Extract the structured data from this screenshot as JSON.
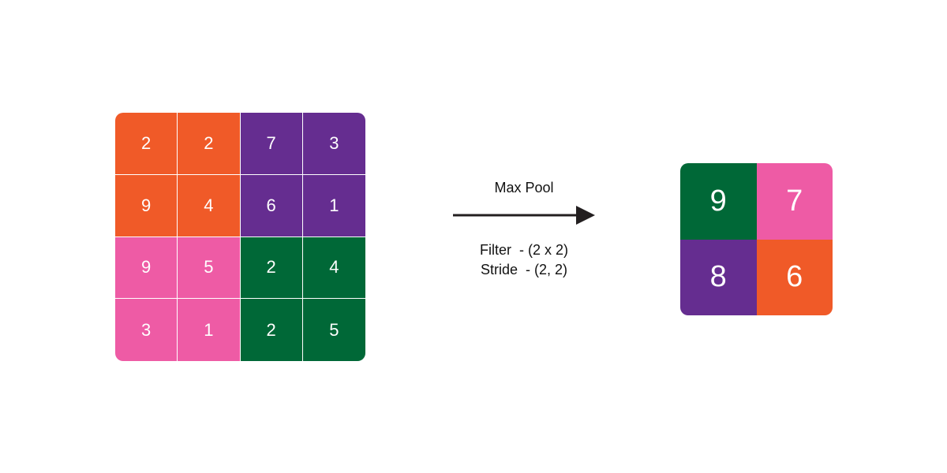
{
  "colors": {
    "orange": "#F05A28",
    "purple": "#652D90",
    "pink": "#EE5BA5",
    "green": "#006837",
    "arrow": "#231F20"
  },
  "input_grid": {
    "rows": [
      [
        {
          "value": "2",
          "color": "orange"
        },
        {
          "value": "2",
          "color": "orange"
        },
        {
          "value": "7",
          "color": "purple"
        },
        {
          "value": "3",
          "color": "purple"
        }
      ],
      [
        {
          "value": "9",
          "color": "orange"
        },
        {
          "value": "4",
          "color": "orange"
        },
        {
          "value": "6",
          "color": "purple"
        },
        {
          "value": "1",
          "color": "purple"
        }
      ],
      [
        {
          "value": "9",
          "color": "pink"
        },
        {
          "value": "5",
          "color": "pink"
        },
        {
          "value": "2",
          "color": "green"
        },
        {
          "value": "4",
          "color": "green"
        }
      ],
      [
        {
          "value": "3",
          "color": "pink"
        },
        {
          "value": "1",
          "color": "pink"
        },
        {
          "value": "2",
          "color": "green"
        },
        {
          "value": "5",
          "color": "green"
        }
      ]
    ]
  },
  "operation": {
    "title": "Max Pool",
    "filter": "Filter  - (2 x 2)",
    "stride": "Stride  - (2, 2)"
  },
  "output_grid": {
    "rows": [
      [
        {
          "value": "9",
          "color": "green"
        },
        {
          "value": "7",
          "color": "pink"
        }
      ],
      [
        {
          "value": "8",
          "color": "purple"
        },
        {
          "value": "6",
          "color": "orange"
        }
      ]
    ]
  }
}
